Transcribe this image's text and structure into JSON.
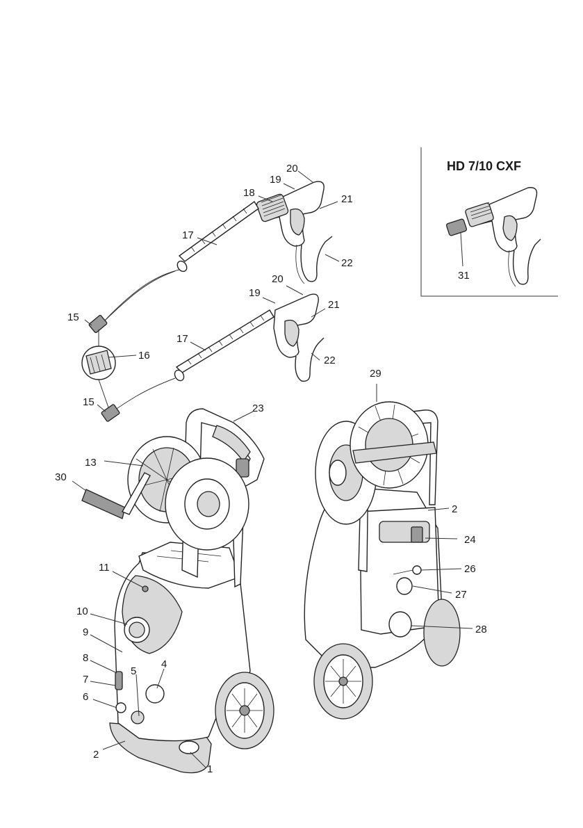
{
  "inset": {
    "title": "HD 7/10 CXF",
    "callout": "31"
  },
  "callouts": {
    "c1": "1",
    "c2a": "2",
    "c2b": "2",
    "c4": "4",
    "c5": "5",
    "c6": "6",
    "c7": "7",
    "c8": "8",
    "c9": "9",
    "c10": "10",
    "c11": "11",
    "c13": "13",
    "c15a": "15",
    "c15b": "15",
    "c16": "16",
    "c17a": "17",
    "c17b": "17",
    "c18": "18",
    "c19a": "19",
    "c19b": "19",
    "c20a": "20",
    "c20b": "20",
    "c21a": "21",
    "c21b": "21",
    "c22a": "22",
    "c22b": "22",
    "c23": "23",
    "c24": "24",
    "c26": "26",
    "c27": "27",
    "c28": "28",
    "c29": "29",
    "c30": "30"
  }
}
